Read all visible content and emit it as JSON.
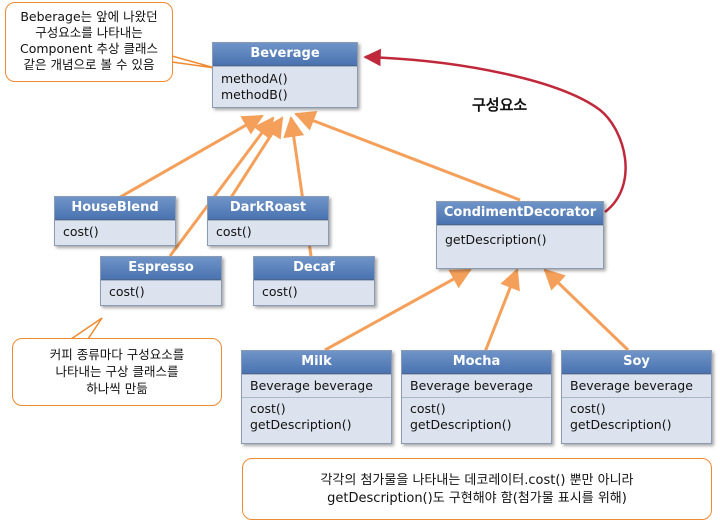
{
  "notes": {
    "top": [
      "Beberage는 앞에 나왔던",
      "구성요소를 나타내는",
      "Component 추상 클래스",
      "같은 개념으로 볼 수 있음"
    ],
    "left": [
      "커피 종류마다 구성요소를",
      "나타내는 구상 클래스를",
      "하나씩 만듦"
    ],
    "bottom": [
      "각각의 첨가물을 나타내는 데코레이터.cost() 뿐만 아니라",
      "getDescription()도 구현해야 함(첨가물 표시를 위해)"
    ]
  },
  "label_component": "구성요소",
  "classes": {
    "beverage": {
      "name": "Beverage",
      "methods": [
        "methodA()",
        "methodB()"
      ]
    },
    "houseblend": {
      "name": "HouseBlend",
      "methods": [
        "cost()"
      ]
    },
    "darkroast": {
      "name": "DarkRoast",
      "methods": [
        "cost()"
      ]
    },
    "espresso": {
      "name": "Espresso",
      "methods": [
        "cost()"
      ]
    },
    "decaf": {
      "name": "Decaf",
      "methods": [
        "cost()"
      ]
    },
    "condiment": {
      "name": "CondimentDecorator",
      "methods": [
        "getDescription()"
      ]
    },
    "milk": {
      "name": "Milk",
      "fields": [
        "Beverage beverage"
      ],
      "methods": [
        "cost()",
        "getDescription()"
      ]
    },
    "mocha": {
      "name": "Mocha",
      "fields": [
        "Beverage beverage"
      ],
      "methods": [
        "cost()",
        "getDescription()"
      ]
    },
    "soy": {
      "name": "Soy",
      "fields": [
        "Beverage beverage"
      ],
      "methods": [
        "cost()",
        "getDescription()"
      ]
    }
  },
  "colors": {
    "arrow": "#f5a05a",
    "component_arrow": "#c0283c",
    "note_border": "#f08a32",
    "class_header": "#5a80bc"
  }
}
